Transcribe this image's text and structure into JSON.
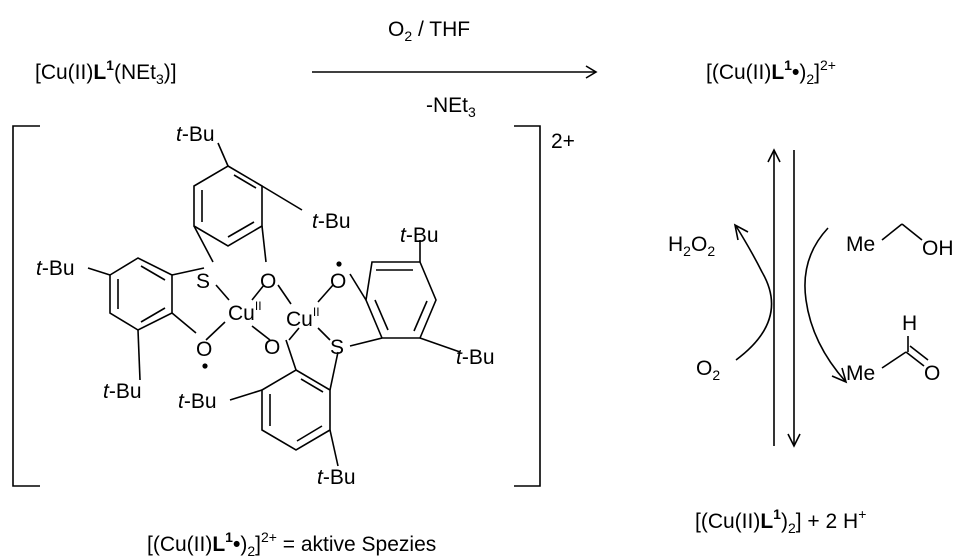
{
  "reaction": {
    "reactant": {
      "open": "[Cu(II)",
      "ligand": "L",
      "sup": "1",
      "close": "(NEt",
      "sub": "3",
      "end": ")]"
    },
    "condition_top": {
      "main": "O",
      "sub": "2",
      "rest": " / THF"
    },
    "condition_bottom": {
      "main": "-NEt",
      "sub": "3"
    },
    "product": {
      "open": "[(Cu(II)",
      "ligand": "L",
      "sup": "1",
      "dot": "•",
      "close": ")",
      "sub": "2",
      "end": "]",
      "charge": "2+"
    }
  },
  "structure": {
    "charge": "2+",
    "tbu_label": {
      "italic": "t",
      "rest": "-Bu"
    },
    "cu_label": {
      "main": "Cu",
      "sup": "II"
    },
    "o_label": "O",
    "s_label": "S"
  },
  "caption_left": {
    "open": "[(Cu(II)",
    "ligand": "L",
    "sup": "1",
    "dot": "•",
    "close": ")",
    "sub": "2",
    "end": "]",
    "charge": "2+",
    "tail": " = aktive Spezies"
  },
  "cycle": {
    "h2o2": {
      "a": "H",
      "b": "2",
      "c": "O",
      "d": "2"
    },
    "o2": {
      "a": "O",
      "b": "2"
    },
    "ethanol": {
      "me": "Me",
      "oh": "OH"
    },
    "aldehyde": {
      "me": "Me",
      "h": "H",
      "o": "O"
    }
  },
  "caption_right": {
    "open": "[(Cu(II)",
    "ligand": "L",
    "sup": "1",
    "close": ")",
    "sub": "2",
    "end": "] + 2 H",
    "charge": "+"
  }
}
